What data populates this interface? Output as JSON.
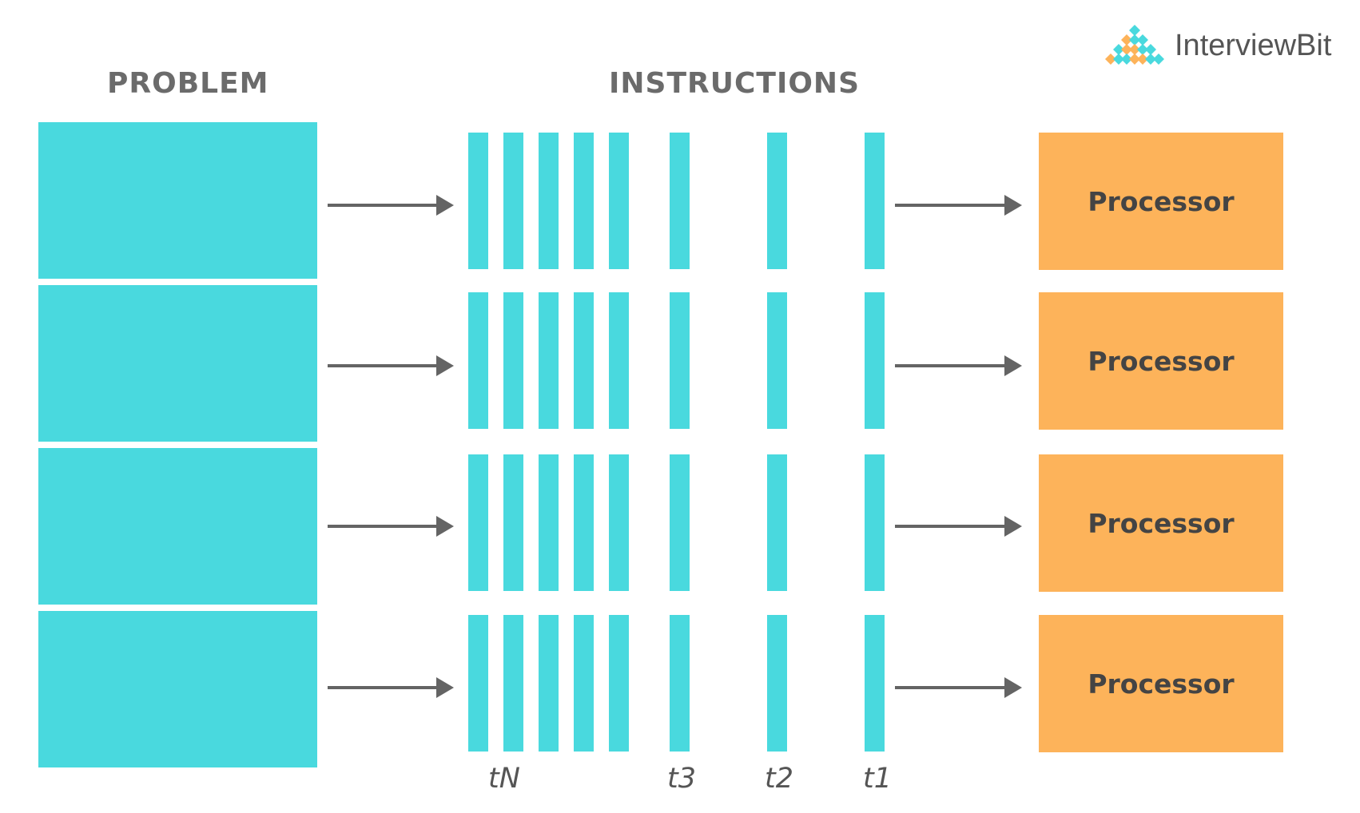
{
  "headings": {
    "problem": "PROBLEM",
    "instructions": "INSTRUCTIONS"
  },
  "processors": [
    "Processor",
    "Processor",
    "Processor",
    "Processor"
  ],
  "time_labels": [
    "tN",
    "t3",
    "t2",
    "t1"
  ],
  "logo": {
    "text": "InterviewBit",
    "mark_colors": [
      "#49d9de",
      "#fdb35a"
    ]
  },
  "colors": {
    "problem_block": "#49d9de",
    "instruction_bar": "#49d9de",
    "processor": "#fdb35a",
    "arrow": "#646464",
    "heading_text": "#6b6b6b"
  }
}
